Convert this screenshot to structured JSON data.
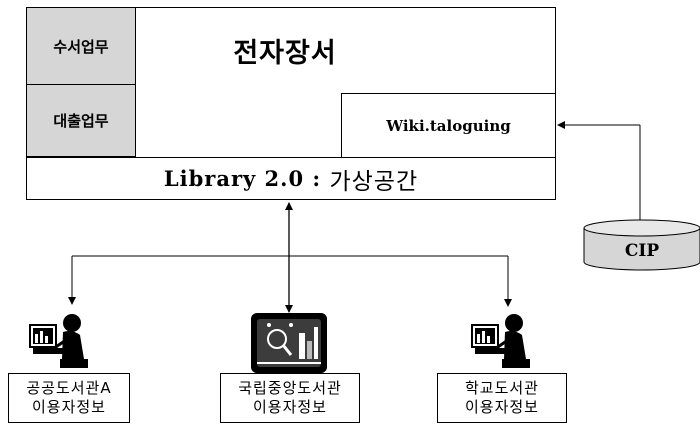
{
  "system": {
    "task_receiving": "수서업무",
    "task_lending": "대출업무",
    "title": "전자장서",
    "wiki": "Wiki.taloguing",
    "library_prefix": "Library 2.0 : ",
    "library_suffix": "가상공간"
  },
  "cip": {
    "label": "CIP"
  },
  "users": [
    {
      "line1": "공공도서관A",
      "line2": "이용자정보",
      "icon": "person-at-computer-icon"
    },
    {
      "line1": "국립중앙도서관",
      "line2": "이용자정보",
      "icon": "national-library-icon"
    },
    {
      "line1": "학교도서관",
      "line2": "이용자정보",
      "icon": "person-at-computer-icon"
    }
  ]
}
